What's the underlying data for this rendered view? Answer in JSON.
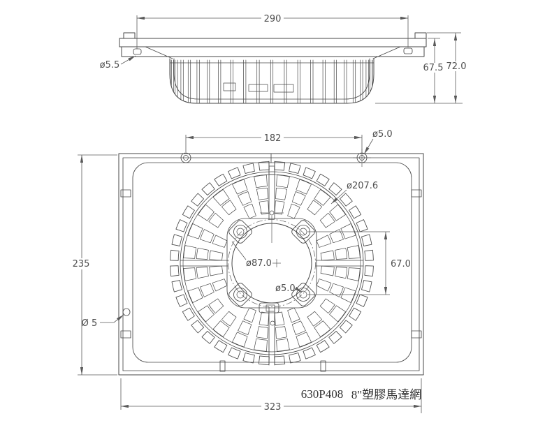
{
  "drawing": {
    "top_view": {
      "dim_width": "290",
      "flange_hole_label": "ø5.5",
      "dim_inner_height": "67.5",
      "dim_total_height": "72.0"
    },
    "front_view": {
      "dim_hole_spacing": "182",
      "corner_hole_label": "ø5.0",
      "grille_diameter_label": "ø207.6",
      "dim_height": "235",
      "center_opening_label": "ø87.0",
      "boss_spacing_label": "67.0",
      "boss_hole_label": "ø5.0",
      "side_hole_label": "Ø 5",
      "dim_width": "323"
    },
    "title_block": {
      "part_number": "630P408",
      "part_name": "8\"塑膠馬達網"
    },
    "colors": {
      "object_line": "#474747",
      "dimension_line": "#5a5a5a",
      "background": "#ffffff"
    }
  }
}
